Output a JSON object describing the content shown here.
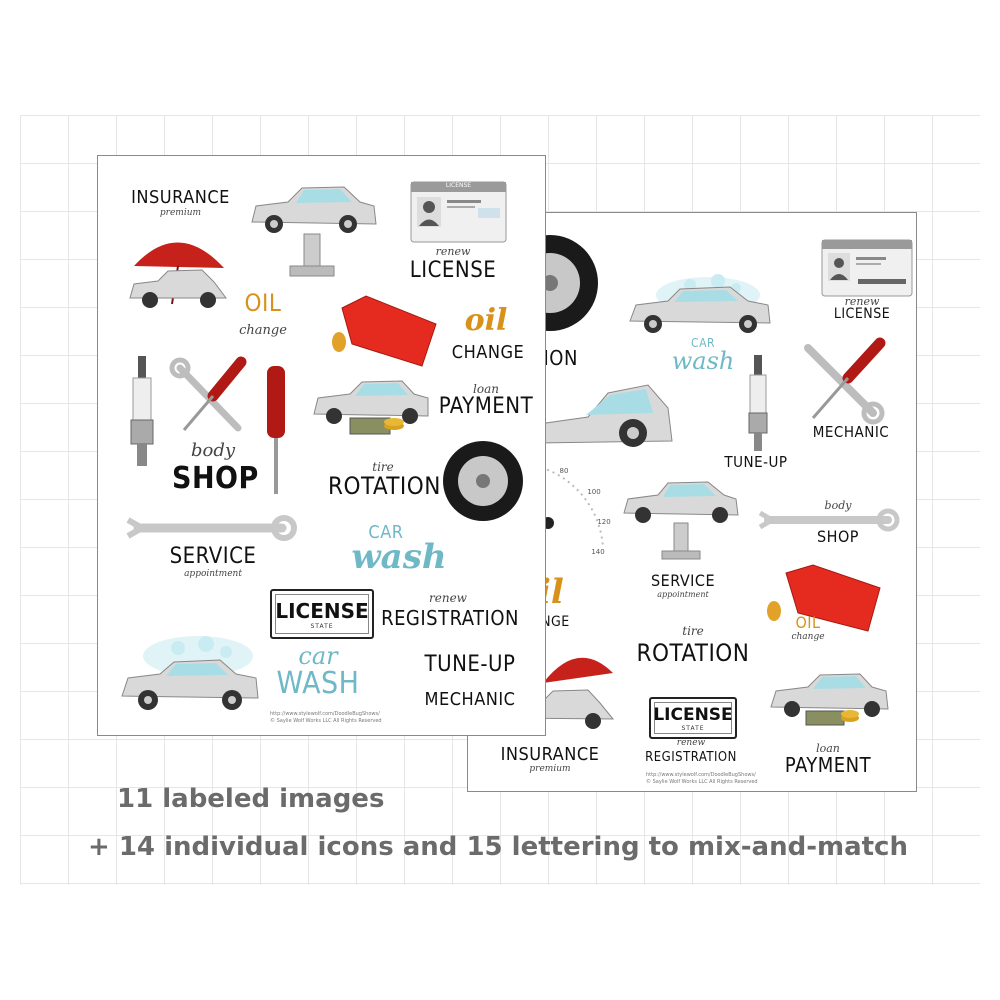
{
  "caption": {
    "line1": "11 labeled images",
    "line2": "+ 14 individual icons and 15 lettering to mix-and-match"
  },
  "front_sheet": {
    "insurance": "INSURANCE",
    "premium": "premium",
    "license_card_title": "LICENSE",
    "renew": "renew",
    "license": "LICENSE",
    "oil1": "OIL",
    "change1": "change",
    "oil2": "oil",
    "change2": "CHANGE",
    "body": "body",
    "shop": "SHOP",
    "loan": "loan",
    "payment": "PAYMENT",
    "tire": "tire",
    "rotation": "ROTATION",
    "service": "SERVICE",
    "appointment": "appointment",
    "car": "CAR",
    "wash": "wash",
    "plate_main": "LICENSE",
    "plate_sub": "STATE",
    "renew2": "renew",
    "registration": "REGISTRATION",
    "car2": "car",
    "wash2": "WASH",
    "tuneup": "TUNE-UP",
    "mechanic": "MECHANIC",
    "fine1": "http://www.stylewolf.com/DoodleBugShows/",
    "fine2": "© Saylie Wolf Works LLC All Rights Reserved"
  },
  "back_sheet": {
    "license_card_title": "LICENSE",
    "renew": "renew",
    "license": "LICENSE",
    "rotation_partial": "TION",
    "car": "CAR",
    "wash": "wash",
    "mechanic": "MECHANIC",
    "tuneup": "TUNE-UP",
    "gauge_80": "80",
    "gauge_100": "100",
    "gauge_120": "120",
    "gauge_140": "140",
    "body": "body",
    "shop": "SHOP",
    "service": "SERVICE",
    "appointment": "appointment",
    "oil_partial": "il",
    "change_partial": "ANGE",
    "oil": "OIL",
    "change": "change",
    "tire": "tire",
    "rotation": "ROTATION",
    "plate_main": "LICENSE",
    "plate_sub": "STATE",
    "renew2": "renew",
    "registration": "REGISTRATION",
    "insurance": "INSURANCE",
    "premium": "premium",
    "loan": "loan",
    "payment": "PAYMENT",
    "fine1": "http://www.stylewolf.com/DoodleBugShows/",
    "fine2": "© Saylie Wolf Works LLC All Rights Reserved"
  },
  "colors": {
    "caption_text": "#6b6b6b",
    "grid_line": "#e6e6e6",
    "car_body": "#d9d9d9",
    "car_window": "#a9dde6",
    "oil_red": "#e52b20",
    "oil_orange": "#d8921c",
    "wash_teal": "#6fb8c6",
    "tool_red": "#b11a14"
  }
}
